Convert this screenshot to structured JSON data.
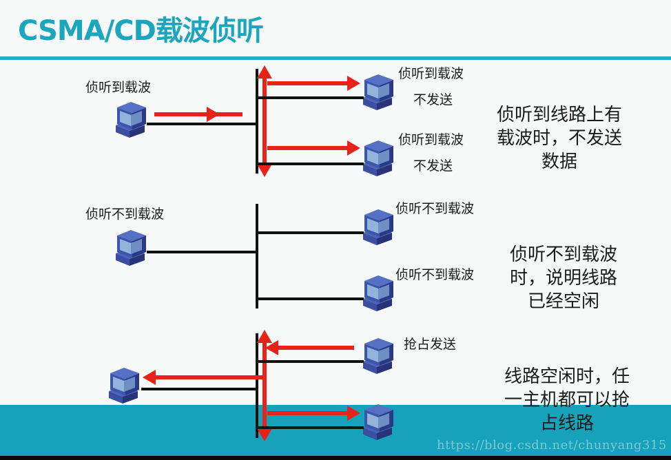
{
  "slide": {
    "title": "CSMA/CD载波侦听",
    "title_color": "#1aa7bd",
    "background_color": "#f7f8f8",
    "band_color": "#17a2bb",
    "watermark": "https://blog.csdn.net/chunyang315"
  },
  "sections": [
    {
      "id": "carrier-detected",
      "explanation_lines": [
        "侦听到线路上有",
        "载波时，不发送",
        "数据"
      ],
      "left_node": {
        "label": "侦听到载波"
      },
      "right_nodes": [
        {
          "label_line1": "侦听到载波",
          "label_line2": "不发送"
        },
        {
          "label_line1": "侦听到载波",
          "label_line2": "不发送"
        }
      ]
    },
    {
      "id": "carrier-idle",
      "explanation_lines": [
        "侦听不到载波",
        "时，说明线路",
        "已经空闲"
      ],
      "left_node": {
        "label": "侦听不到载波"
      },
      "right_nodes": [
        {
          "label_line1": "侦听不到载波",
          "label_line2": ""
        },
        {
          "label_line1": "侦听不到载波",
          "label_line2": ""
        }
      ]
    },
    {
      "id": "preempt-line",
      "explanation_lines": [
        "线路空闲时，任",
        "一主机都可以抢",
        "占线路"
      ],
      "left_node": {
        "label": ""
      },
      "right_nodes": [
        {
          "label_line1": "抢占发送",
          "label_line2": ""
        },
        {
          "label_line1": "",
          "label_line2": ""
        }
      ]
    }
  ],
  "icons": {
    "computer": "computer-icon",
    "arrow_right": "arrow-right-icon",
    "arrow_left": "arrow-left-icon",
    "arrow_up": "arrow-up-icon",
    "arrow_down": "arrow-down-icon"
  }
}
